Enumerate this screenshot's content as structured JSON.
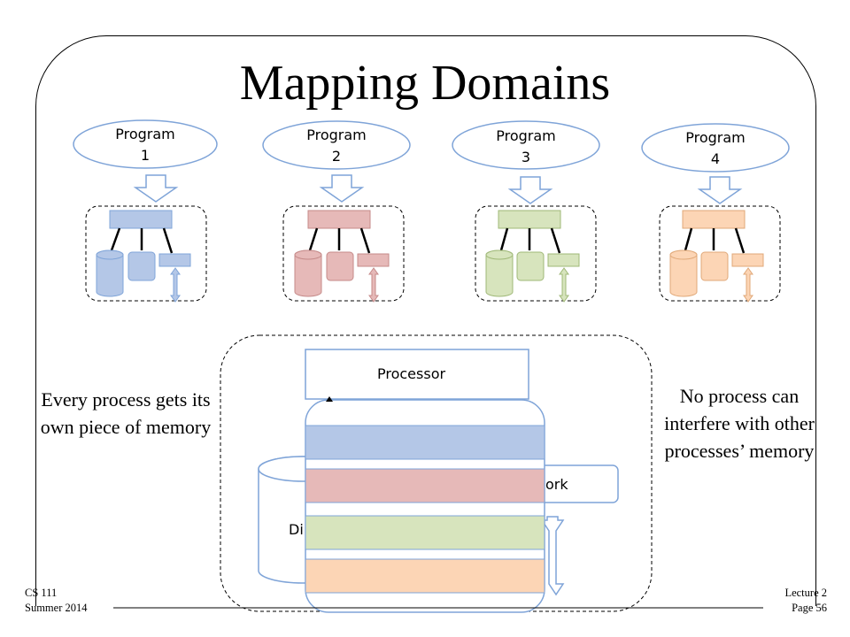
{
  "slide": {
    "title": "Mapping Domains",
    "left_text": "Every process gets its own piece of memory",
    "right_text": "No process can interfere with other processes’ memory",
    "programs": [
      {
        "line1": "Program",
        "line2": "1",
        "color": "#b4c7e7"
      },
      {
        "line1": "Program",
        "line2": "2",
        "color": "#e6b9b8"
      },
      {
        "line1": "Program",
        "line2": "3",
        "color": "#d7e4bd"
      },
      {
        "line1": "Program",
        "line2": "4",
        "color": "#fcd5b5"
      }
    ],
    "hardware": {
      "processor": "Processor",
      "disk_partial": "Di",
      "network_partial": "ork"
    },
    "footer": {
      "course": "CS 111",
      "term": "Summer 2014",
      "lecture": "Lecture 2",
      "page": "Page 56"
    }
  }
}
